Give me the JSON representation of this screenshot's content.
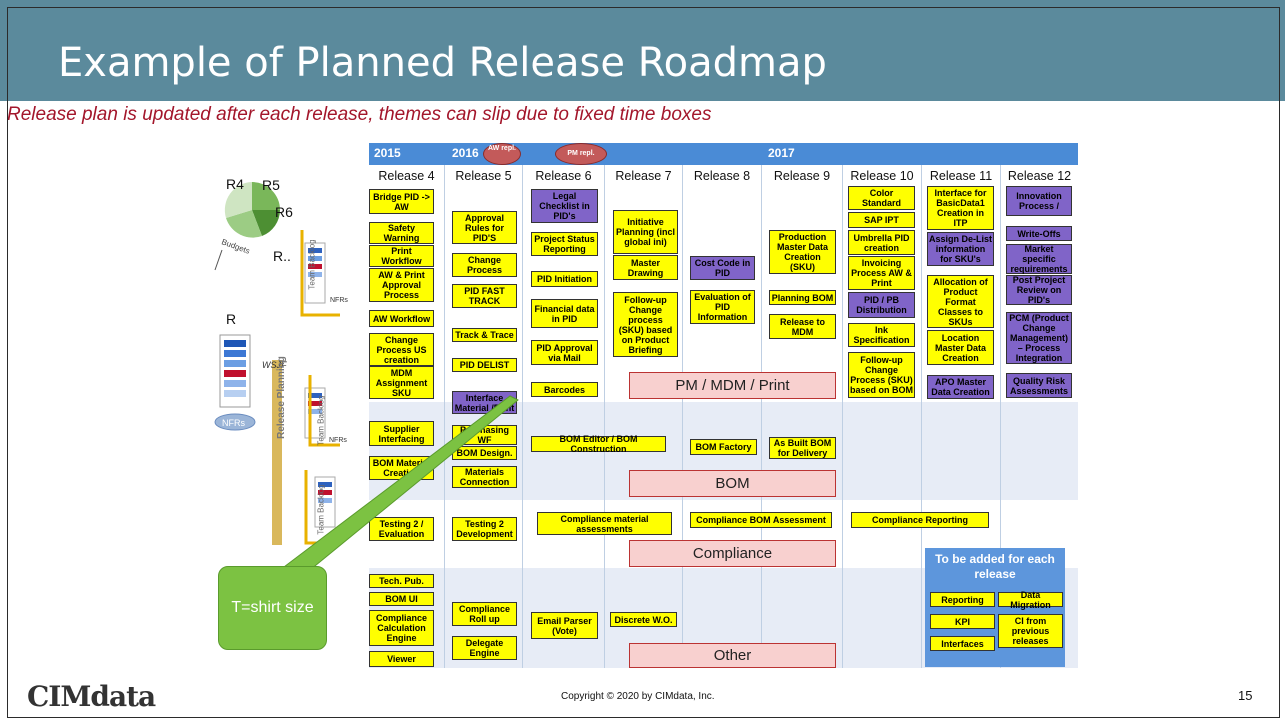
{
  "title": "Example of Planned Release Roadmap",
  "subtitle": "Release plan is updated after each release, themes can slip due to fixed time boxes",
  "years": [
    "2015",
    "2016",
    "2017"
  ],
  "tags": [
    "AW repl.",
    "PM repl."
  ],
  "releases": [
    "Release 4",
    "Release 5",
    "Release 6",
    "Release 7",
    "Release 8",
    "Release 9",
    "Release 10",
    "Release 11",
    "Release 12"
  ],
  "left_labels": {
    "r4": "R4",
    "r5": "R5",
    "r6": "R6",
    "rdots": "R..",
    "r": "R",
    "budgets": "Budgets",
    "team_backlog": "Team Backlog",
    "nfrs": "NFRs",
    "wsjf": "WSJF",
    "release_planning": "Release Planning"
  },
  "boxes": {
    "r4a": "Bridge PID -> AW",
    "r4b": "Safety Warning",
    "r4c": "Print Workflow",
    "r4d": "AW & Print Approval Process",
    "r4e": "AW Workflow",
    "r4f": "Change Process US creation",
    "r4g": "MDM Assignment SKU",
    "r4h": "Supplier Interfacing",
    "r4i": "BOM Material Creation",
    "r4j": "Testing 2 / Evaluation",
    "r4k": "Tech. Pub.",
    "r4l": "BOM UI",
    "r4m": "Compliance Calculation Engine",
    "r4n": "Viewer",
    "r5a": "Approval Rules for PID'S",
    "r5b": "Change Process",
    "r5c": "PID FAST TRACK",
    "r5d": "Track & Trace",
    "r5e": "PID DELIST",
    "r5f": "Interface Material /Print",
    "r5g": "Purchasing WF",
    "r5h": "BOM Design.",
    "r5i": "Materials Connection",
    "r5j": "Testing 2 Development",
    "r5k": "Compliance Roll up",
    "r5l": "Delegate Engine",
    "r6a": "Legal Checklist in PID's",
    "r6b": "Project Status Reporting",
    "r6c": "PID Initiation",
    "r6d": "Financial data in PID",
    "r6e": "PID Approval via Mail",
    "r6f": "Barcodes",
    "r6g": "Email Parser (Vote)",
    "r7a": "Initiative Planning (incl global ini)",
    "r7b": "Master Drawing",
    "r7c": "Follow-up Change process (SKU) based on Product Briefing",
    "r7d": "Discrete W.O.",
    "r8a": "Cost Code in PID",
    "r8b": "Evaluation of PID Information",
    "r8c": "BOM Factory",
    "r9a": "Production Master Data Creation (SKU)",
    "r9b": "Planning BOM",
    "r9c": "Release to MDM",
    "r9d": "As Built BOM for Delivery",
    "r10a": "Color Standard",
    "r10b": "SAP IPT",
    "r10c": "Umbrella PID creation",
    "r10d": "Invoicing Process AW & Print",
    "r10e": "PID / PB Distribution",
    "r10f": "Ink Specification",
    "r10g": "Follow-up Change Process (SKU) based on BOM",
    "r11a": "Interface for BasicData1 Creation in ITP",
    "r11b": "Assign De-List information for SKU's",
    "r11c": "Allocation of Product Format Classes to SKUs",
    "r11d": "Location Master Data Creation",
    "r11e": "APO Master Data Creation",
    "r12a": "Innovation Process /",
    "r12b": "Write-Offs",
    "r12c": "Market specific requirements",
    "r12d": "Post Project Review on PID's",
    "r12e": "PCM (Product Change Management) – Process Integration",
    "r12f": "Quality Risk Assessments",
    "bom_editor": "BOM Editor / BOM Construction",
    "comp_mat": "Compliance material assessments",
    "comp_bom": "Compliance BOM Assessment",
    "comp_rep": "Compliance Reporting",
    "tba_reporting": "Reporting",
    "tba_datamig": "Data Migration",
    "tba_kpi": "KPI",
    "tba_ci": "CI from previous releases",
    "tba_interfaces": "Interfaces"
  },
  "theme_labels": {
    "pm": "PM / MDM / Print",
    "bom": "BOM",
    "compliance": "Compliance",
    "other": "Other"
  },
  "tba_title": "To be added for each release",
  "callout": "T=shirt size",
  "footer": {
    "copyright": "Copyright © 2020 by CIMdata, Inc.",
    "page": "15",
    "logo": "CIMdata"
  },
  "colors": {
    "header": "#5b8a9c",
    "year_bar": "#4a8bd6",
    "box": "#ffff00",
    "purple": "#8064c8",
    "theme": "#f8d0cf",
    "callout": "#7cc242"
  }
}
